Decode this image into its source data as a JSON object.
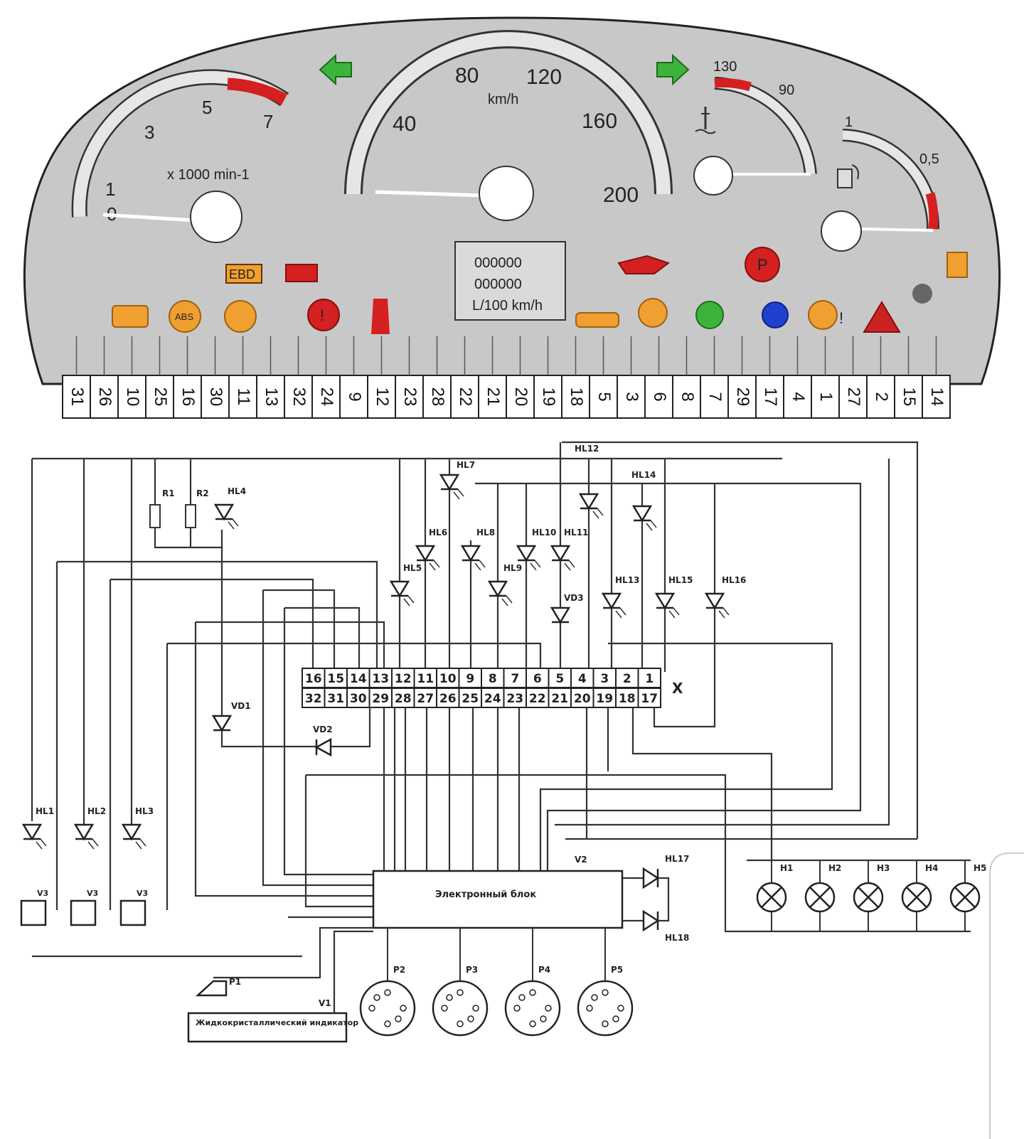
{
  "colors": {
    "panel": "#c8c8c8",
    "red": "#d42020",
    "orange": "#f0a030",
    "green": "#3cb43c",
    "blue": "#2040d0",
    "warning": "#cc2222",
    "wire": "#333333"
  },
  "cluster": {
    "tacho": {
      "unit": "x 1000 min-1",
      "ticks": [
        "0",
        "1",
        "3",
        "5",
        "7"
      ]
    },
    "speedo": {
      "unit": "km/h",
      "ticks": [
        "40",
        "80",
        "120",
        "160",
        "200"
      ]
    },
    "temp": {
      "ticks": [
        "130",
        "90"
      ],
      "icon": "coolant-temperature-icon"
    },
    "fuel": {
      "ticks": [
        "1",
        "0,5"
      ],
      "icon": "fuel-pump-icon"
    },
    "odometer": {
      "line1": "000000",
      "line2": "000000",
      "line3": "L/100 km/h"
    },
    "ebd_label": "EBD",
    "abs_label": "ABS",
    "parking_label": "P",
    "brake_label": "!",
    "power_steer_label": "!",
    "pins": [
      "31",
      "26",
      "10",
      "25",
      "16",
      "30",
      "11",
      "13",
      "32",
      "24",
      "9",
      "12",
      "23",
      "28",
      "22",
      "21",
      "20",
      "19",
      "18",
      "5",
      "3",
      "6",
      "8",
      "7",
      "29",
      "17",
      "4",
      "1",
      "27",
      "2",
      "15",
      "14"
    ]
  },
  "schematic": {
    "connector_top": [
      "16",
      "15",
      "14",
      "13",
      "12",
      "11",
      "10",
      "9",
      "8",
      "7",
      "6",
      "5",
      "4",
      "3",
      "2",
      "1"
    ],
    "connector_bottom": [
      "32",
      "31",
      "30",
      "29",
      "28",
      "27",
      "26",
      "25",
      "24",
      "23",
      "22",
      "21",
      "20",
      "19",
      "18",
      "17"
    ],
    "connector_label": "X",
    "resistors": [
      "R1",
      "R2"
    ],
    "leds": [
      "HL1",
      "HL2",
      "HL3",
      "HL4",
      "HL5",
      "HL6",
      "HL7",
      "HL8",
      "HL9",
      "HL10",
      "HL11",
      "HL12",
      "HL13",
      "HL14",
      "HL15",
      "HL16",
      "HL17",
      "HL18"
    ],
    "diodes": [
      "VD1",
      "VD2",
      "VD3"
    ],
    "sensors": [
      "V3",
      "V3",
      "V3"
    ],
    "lamps": [
      "H1",
      "H2",
      "H3",
      "H4",
      "H5"
    ],
    "gauges": [
      "P2",
      "P3",
      "P4",
      "P5"
    ],
    "buzzer": "P1",
    "v1": "V1",
    "v2": "V2",
    "electronic_block": "Электронный блок",
    "lcd": "Жидкокристаллический индикатор"
  }
}
